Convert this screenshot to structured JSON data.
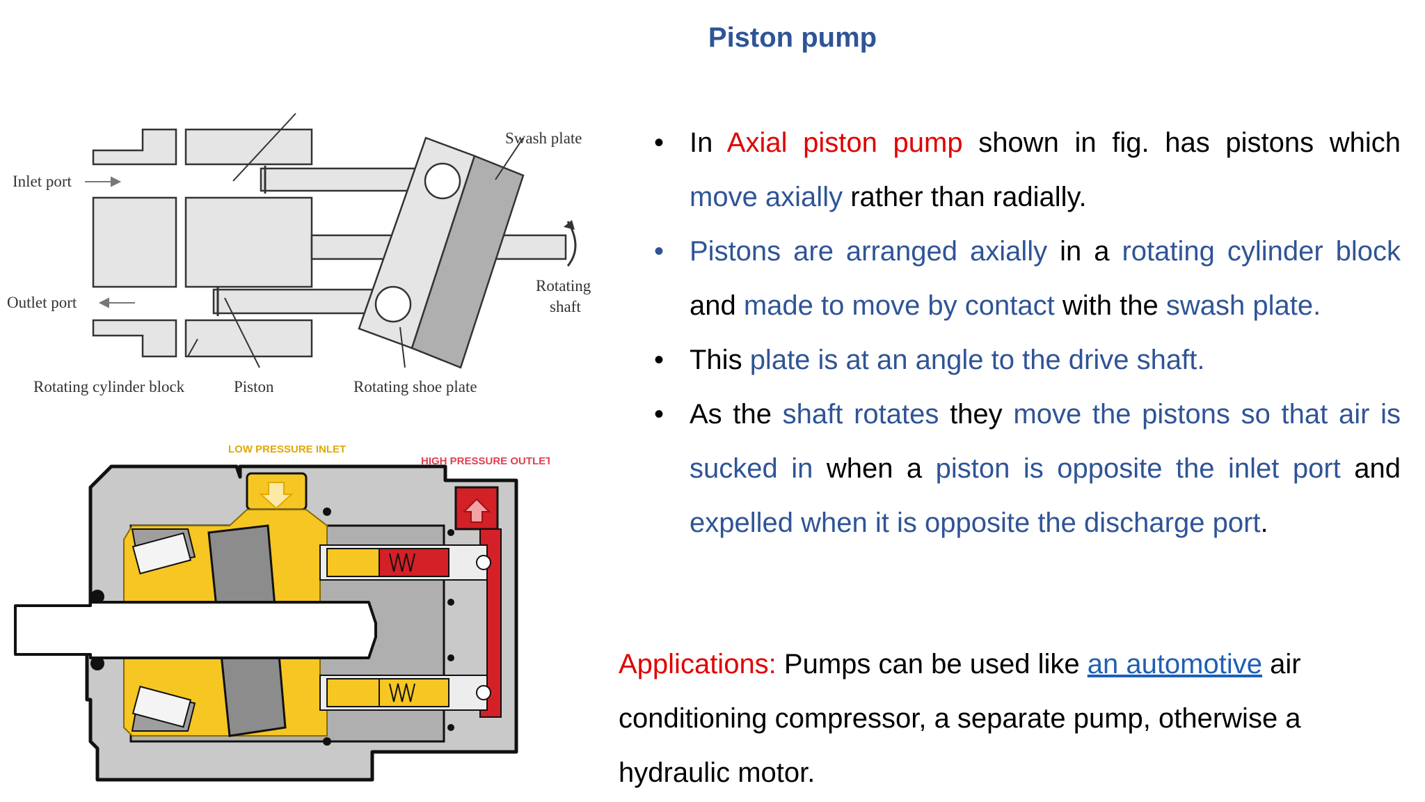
{
  "title": "Piston pump",
  "colors": {
    "title": "#2F5496",
    "highlight_blue": "#2F5496",
    "highlight_red": "#E00000",
    "link": "#1F5FB5",
    "diagram_yellow": "#F6C623",
    "diagram_red": "#D42027",
    "diagram_gray": "#9E9E9E"
  },
  "diagram_top": {
    "labels": {
      "swash_plate": "Swash plate",
      "inlet_port": "Inlet port",
      "outlet_port": "Outlet port",
      "rotating_shaft_1": "Rotating",
      "rotating_shaft_2": "shaft",
      "rotating_cylinder_block": "Rotating cylinder block",
      "piston": "Piston",
      "rotating_shoe_plate": "Rotating shoe plate"
    }
  },
  "diagram_bottom": {
    "labels": {
      "low_pressure_inlet": "LOW PRESSURE INLET",
      "high_pressure_outlet": "HIGH PRESSURE OUTLET"
    }
  },
  "bullets": [
    {
      "bullet": "•",
      "bullet_color": "black",
      "segments": [
        {
          "text": "In ",
          "color": "black"
        },
        {
          "text": "Axial piston pump",
          "color": "red"
        },
        {
          "text": " shown in fig. has pistons which ",
          "color": "black"
        },
        {
          "text": "move axially",
          "color": "blue"
        },
        {
          "text": " rather than radially.",
          "color": "black"
        }
      ]
    },
    {
      "bullet": "•",
      "bullet_color": "blue",
      "segments": [
        {
          "text": "Pistons are arranged axially",
          "color": "blue"
        },
        {
          "text": " in a ",
          "color": "black"
        },
        {
          "text": "rotating cylinder block",
          "color": "blue"
        },
        {
          "text": " and ",
          "color": "black"
        },
        {
          "text": "made to move by contact",
          "color": "blue"
        },
        {
          "text": " with the ",
          "color": "black"
        },
        {
          "text": "swash plate.",
          "color": "blue"
        }
      ]
    },
    {
      "bullet": "•",
      "bullet_color": "black",
      "segments": [
        {
          "text": "This ",
          "color": "black"
        },
        {
          "text": "plate is at an angle to the drive shaft.",
          "color": "blue"
        }
      ]
    },
    {
      "bullet": "•",
      "bullet_color": "black",
      "segments": [
        {
          "text": "As the ",
          "color": "black"
        },
        {
          "text": "shaft rotates",
          "color": "blue"
        },
        {
          "text": " they ",
          "color": "black"
        },
        {
          "text": "move the pistons so that air is sucked in",
          "color": "blue"
        },
        {
          "text": " when a ",
          "color": "black"
        },
        {
          "text": "piston is opposite the inlet port",
          "color": "blue"
        },
        {
          "text": " and ",
          "color": "black"
        },
        {
          "text": "expelled when it is opposite the discharge port",
          "color": "blue"
        },
        {
          "text": ".",
          "color": "black"
        }
      ]
    }
  ],
  "applications": {
    "label": "Applications:",
    "text_before_link": " Pumps can be used like ",
    "link_text": "an automotive",
    "text_after_link": " air conditioning compressor, a separate pump, otherwise a hydraulic motor."
  }
}
